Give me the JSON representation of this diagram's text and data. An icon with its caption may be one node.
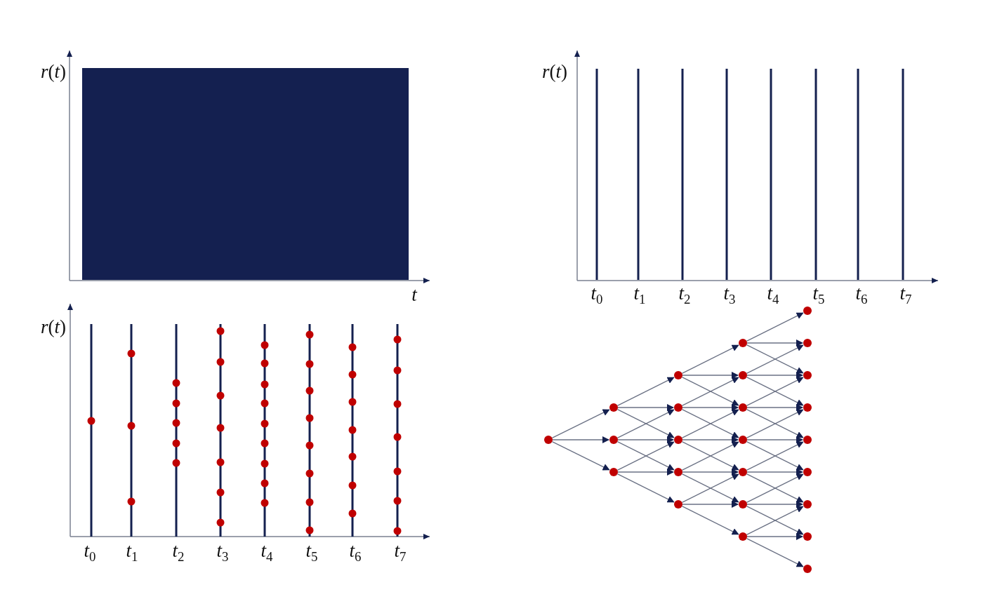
{
  "diagram": {
    "nodes": [
      {
        "text": [],
        "shape": "circle"
      },
      {
        "text": [],
        "shape": "circle"
      },
      {
        "text": [],
        "shape": "circle"
      },
      {
        "text": [],
        "shape": "circle"
      },
      {
        "text": [],
        "shape": "circle"
      },
      {
        "text": [],
        "shape": "circle"
      },
      {
        "text": [],
        "shape": "circle"
      },
      {
        "text": [],
        "shape": "circle"
      },
      {
        "text": [],
        "shape": "circle"
      },
      {
        "text": [],
        "shape": "circle"
      },
      {
        "text": [],
        "shape": "circle"
      },
      {
        "text": [],
        "shape": "circle"
      },
      {
        "text": [],
        "shape": "circle"
      },
      {
        "text": [],
        "shape": "circle"
      },
      {
        "text": [],
        "shape": "circle"
      },
      {
        "text": [],
        "shape": "circle"
      },
      {
        "text": [],
        "shape": "circle"
      },
      {
        "text": [],
        "shape": "circle"
      },
      {
        "text": [],
        "shape": "circle"
      },
      {
        "text": [],
        "shape": "circle"
      },
      {
        "text": [],
        "shape": "circle"
      },
      {
        "text": [],
        "shape": "circle"
      },
      {
        "text": [],
        "shape": "circle"
      },
      {
        "text": [],
        "shape": "circle"
      },
      {
        "text": [],
        "shape": "circle"
      }
    ],
    "edges": [
      {
        "from": 0,
        "to": 1,
        "arrow": "to"
      },
      {
        "from": 0,
        "to": 2,
        "arrow": "to"
      },
      {
        "from": 0,
        "to": 3,
        "arrow": "to"
      },
      {
        "from": 1,
        "to": 4,
        "arrow": "to"
      },
      {
        "from": 1,
        "to": 5,
        "arrow": "to"
      },
      {
        "from": 1,
        "to": 6,
        "arrow": "to"
      },
      {
        "from": 2,
        "to": 5,
        "arrow": "to"
      },
      {
        "from": 2,
        "to": 6,
        "arrow": "to"
      },
      {
        "from": 2,
        "to": 7,
        "arrow": "to"
      },
      {
        "from": 3,
        "to": 6,
        "arrow": "to"
      },
      {
        "from": 3,
        "to": 7,
        "arrow": "to"
      },
      {
        "from": 3,
        "to": 8,
        "arrow": "to"
      },
      {
        "from": 4,
        "to": 9,
        "arrow": "to"
      },
      {
        "from": 4,
        "to": 10,
        "arrow": "to"
      },
      {
        "from": 4,
        "to": 11,
        "arrow": "to"
      },
      {
        "from": 5,
        "to": 10,
        "arrow": "to"
      },
      {
        "from": 5,
        "to": 11,
        "arrow": "to"
      },
      {
        "from": 5,
        "to": 12,
        "arrow": "to"
      },
      {
        "from": 6,
        "to": 11,
        "arrow": "to"
      },
      {
        "from": 6,
        "to": 12,
        "arrow": "to"
      },
      {
        "from": 6,
        "to": 13,
        "arrow": "to"
      },
      {
        "from": 7,
        "to": 12,
        "arrow": "to"
      },
      {
        "from": 7,
        "to": 13,
        "arrow": "to"
      },
      {
        "from": 7,
        "to": 14,
        "arrow": "to"
      },
      {
        "from": 8,
        "to": 13,
        "arrow": "to"
      },
      {
        "from": 8,
        "to": 14,
        "arrow": "to"
      },
      {
        "from": 8,
        "to": 15,
        "arrow": "to"
      },
      {
        "from": 9,
        "to": 16,
        "arrow": "to"
      },
      {
        "from": 9,
        "to": 17,
        "arrow": "to"
      },
      {
        "from": 9,
        "to": 18,
        "arrow": "to"
      },
      {
        "from": 10,
        "to": 17,
        "arrow": "to"
      },
      {
        "from": 10,
        "to": 18,
        "arrow": "to"
      },
      {
        "from": 10,
        "to": 19,
        "arrow": "to"
      },
      {
        "from": 11,
        "to": 18,
        "arrow": "to"
      },
      {
        "from": 11,
        "to": 19,
        "arrow": "to"
      },
      {
        "from": 11,
        "to": 20,
        "arrow": "to"
      },
      {
        "from": 12,
        "to": 19,
        "arrow": "to"
      },
      {
        "from": 12,
        "to": 20,
        "arrow": "to"
      },
      {
        "from": 12,
        "to": 21,
        "arrow": "to"
      },
      {
        "from": 13,
        "to": 20,
        "arrow": "to"
      },
      {
        "from": 13,
        "to": 21,
        "arrow": "to"
      },
      {
        "from": 13,
        "to": 22,
        "arrow": "to"
      },
      {
        "from": 14,
        "to": 21,
        "arrow": "to"
      },
      {
        "from": 14,
        "to": 22,
        "arrow": "to"
      },
      {
        "from": 14,
        "to": 23,
        "arrow": "to"
      },
      {
        "from": 15,
        "to": 22,
        "arrow": "to"
      },
      {
        "from": 15,
        "to": 23,
        "arrow": "to"
      },
      {
        "from": 15,
        "to": 24,
        "arrow": "to"
      }
    ],
    "labels": [
      "*r*(*t*)",
      "*r*(*t*)",
      "*t*",
      "*t*$_{0}$",
      "*t*$_{1}$",
      "*t*$_{2}$",
      "*t*$_{3}$",
      "*t*$_{4}$",
      "*t*$_{5}$",
      "*t*$_{6}$",
      "*t*$_{7}$",
      "*r*(*t*)",
      "*t*$_{0}$",
      "*t*$_{1}$",
      "*t*$_{2}$",
      "*t*$_{3}$",
      "*t*$_{4}$",
      "*t*$_{5}$",
      "*t*$_{6}$",
      "*t*$_{7}$"
    ]
  }
}
